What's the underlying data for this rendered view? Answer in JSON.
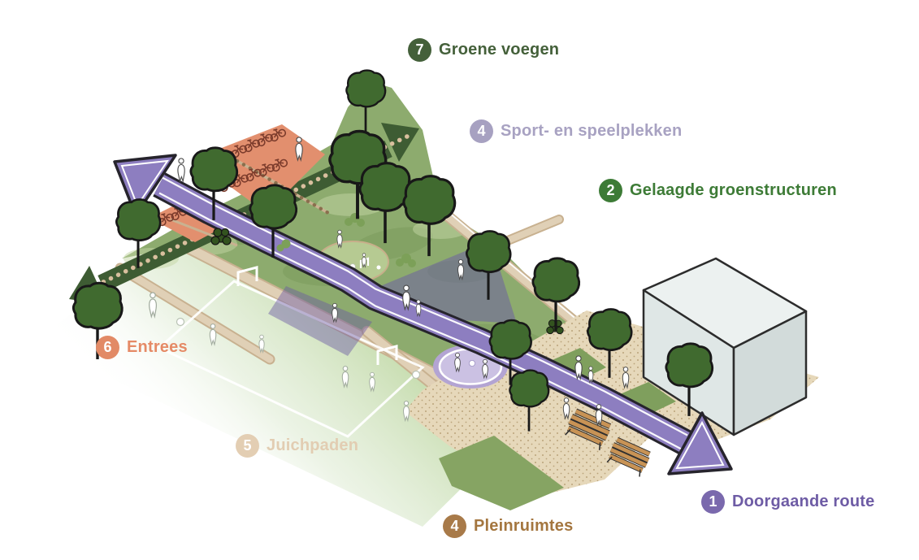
{
  "legend": {
    "items": [
      {
        "number": "7",
        "label": "Groene voegen",
        "color": "#44603a"
      },
      {
        "number": "4",
        "label": "Sport- en speelplekken",
        "color": "#a7a1c1"
      },
      {
        "number": "2",
        "label": "Gelaagde groenstructuren",
        "color": "#3d7b36"
      },
      {
        "number": "6",
        "label": "Entrees",
        "color": "#e28a66"
      },
      {
        "number": "5",
        "label": "Juichpaden",
        "color": "#e3ceb3"
      },
      {
        "number": "4",
        "label": "Pleinruimtes",
        "color": "#a87a49"
      },
      {
        "number": "1",
        "label": "Doorgaande route",
        "color": "#7a69ad"
      }
    ]
  },
  "colors": {
    "route_purple": "#8d7ec0",
    "plaza_purple_overlay": "#6a59a5",
    "green_corridor": "#3e5c33",
    "lawn_green": "#8dab6e",
    "tree_green": "#406a2f",
    "bike_pad_orange": "#e28f6e",
    "sand_beige": "#e6d8ba",
    "path_beige": "#e0d0b6",
    "building_grey": "#dfe7e6",
    "play_circle_lavender": "#c9bfe2",
    "play_circle_green": "#b6ca92"
  }
}
